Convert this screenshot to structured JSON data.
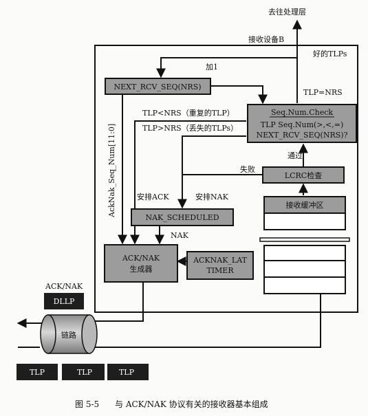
{
  "labels": {
    "to_processing_layer": "去往处理层",
    "receiving_device": "接收设备B",
    "good_tlps": "好的TLPs",
    "add_one": "加1",
    "tlp_eq_nrs": "TLP=NRS",
    "tlp_lt_nrs": "TLP<NRS（重复的TLP）",
    "tlp_gt_nrs": "TLP>NRS（丢失的TLPs）",
    "passed": "通过",
    "failed": "失败",
    "schedule_ack": "安排ACK",
    "schedule_nak": "安排NAK",
    "nak": "NAK",
    "acknak_seq_num": "AckNak_Seq_Num[11:0]",
    "ack_nak_dllp_label": "ACK/NAK"
  },
  "boxes": {
    "next_rcv_seq": "NEXT_RCV_SEQ(NRS)",
    "seq_check_title": "Seq.Num.Check",
    "seq_check_line1": "TLP Seq.Num(>,<,=)",
    "seq_check_line2": "NEXT_RCV_SEQ(NRS)?",
    "lcrc_check": "LCRC检查",
    "receive_buffer": "接收缓冲区",
    "nak_scheduled": "NAK_SCHEDULED",
    "ack_nak_gen_line1": "ACK/NAK",
    "ack_nak_gen_line2": "生成器",
    "acknak_lat_line1": "ACKNAK_LAT",
    "acknak_lat_line2": "TIMER",
    "link": "链路",
    "dllp": "DLLP"
  },
  "tlp_packets": [
    "TLP",
    "TLP",
    "TLP"
  ],
  "caption": {
    "figure_no": "图 5-5",
    "text": "与 ACK/NAK 协议有关的接收器基本组成"
  }
}
